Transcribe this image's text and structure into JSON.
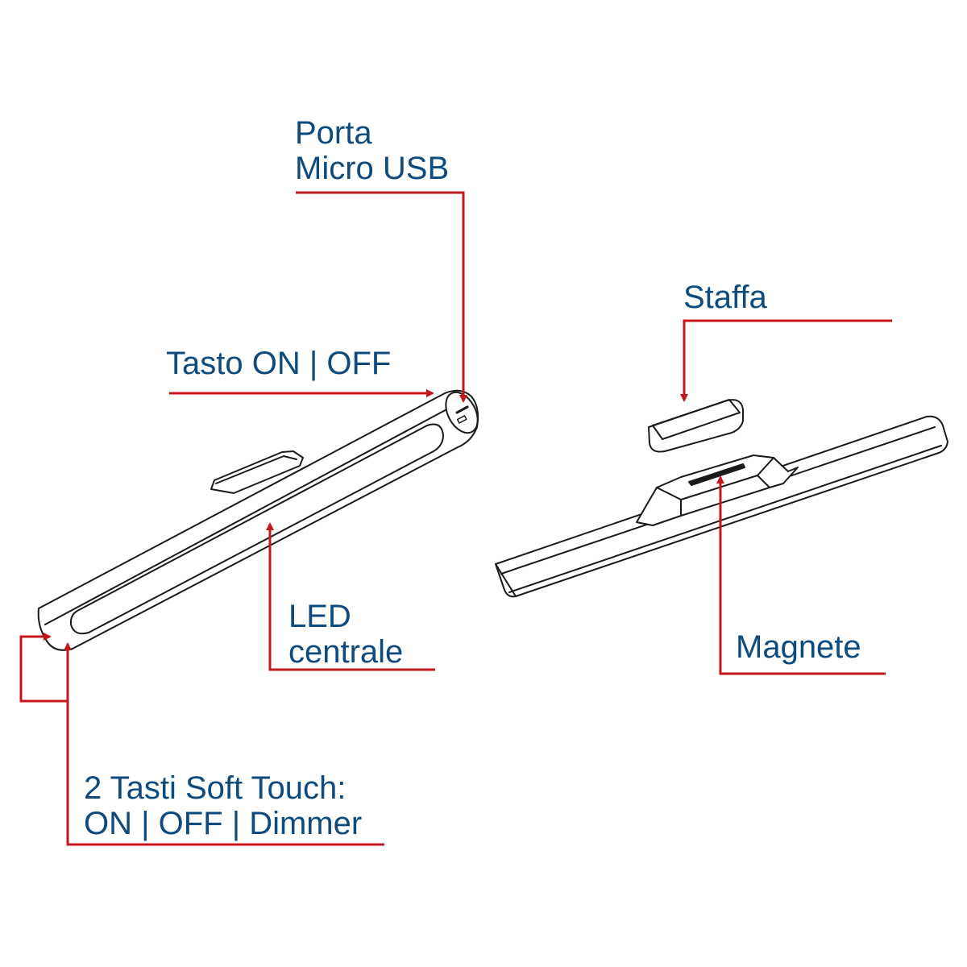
{
  "labels": {
    "usb_port": {
      "line1": "Porta",
      "line2": "Micro USB"
    },
    "on_off_key": "Tasto ON | OFF",
    "bracket": "Staffa",
    "central_led": {
      "line1": "LED",
      "line2": "centrale"
    },
    "magnet": "Magnete",
    "soft_touch": {
      "line1": "2 Tasti Soft Touch:",
      "line2": "ON | OFF | Dimmer"
    }
  },
  "colors": {
    "label_text": "#0d4a7e",
    "leader_line": "#c4161c",
    "drawing_line": "#1a1a1a",
    "background": "#ffffff"
  }
}
